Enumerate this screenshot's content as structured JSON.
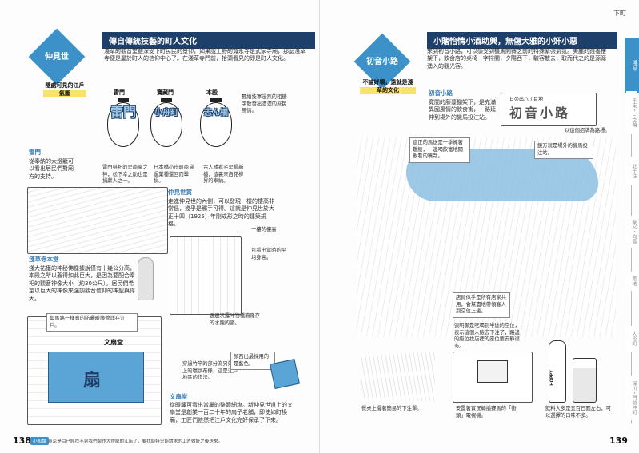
{
  "left": {
    "page_number": "138",
    "title": "傳自傳統技藝的町人文化",
    "badge": "仲見世",
    "badge_sub": "隨處可見的江戶氣圍",
    "intro": "淺草的觀音堂雖深受下町民民的景仰，如果說上野的寬永寺是武家寺廟，那麼淺草寺便是屬於町人的信仰中心了。在淺草寺門前，拾頭看見的即是町人文化。",
    "lanterns": [
      {
        "label": "雷門",
        "glyph": "雷門",
        "caption": "雷門祭祀的是商家之神，松下幸之助也是捐獻人之一。"
      },
      {
        "label": "寶藏門",
        "glyph": "小舟町",
        "caption": "日本橋小舟町商貨運業種還回而擊捐。"
      },
      {
        "label": "本殿",
        "glyph": "志ん橋",
        "caption": "古人矮看宅是捐新橋，這裏來自花柳界的奉納。"
      }
    ],
    "lantern_note": "飄繪技軍漫烈的粗糖字散發出濃濃的庶民風情。",
    "kaminarimon_title": "雷門",
    "kaminarimon_text": "從奉納的大燈籠可以看出居民們對廟方的支持。",
    "nakamise_title": "仲見世賞",
    "nakamise_text": "走進仲見世的內側，可以發現一樓的樓高非常低，幾乎是觸手可得。這就是仲見世於大正十四（1925）年剛成形之時的建築規格。",
    "label_floor": "一樓的樓高",
    "label_height": "可看出當時的平均身高。",
    "shrine_title": "淺草寺本堂",
    "shrine_text": "淺大祐獲的神秘佛像據說僅有十幾公分高，本殿之所以蓋得如此巨大，是因為要配合奉祀的觀音神像大小（約30公尺）。居民們希望以巨大的神像來強調觀音信仰的神聖與偉大。",
    "label_noren": "與馬路一樣寬的防曬暖簾營詳在江戶。",
    "label_bamboo": "穿過竹竿的部分為另外縫上的環狀布條，這是江戶地區的作法。",
    "label_faucet": "週邊次露叶物橋簡隆存的水龍的韻。",
    "label_color": "顏西出最採用的是藍色。",
    "shop_sign": "文扇堂",
    "noren_glyph": "扇",
    "bunsendo_title": "文扇堂",
    "bunsendo_text": "從暖簾可看出當屬的整體細塩。新仲見世道上的文扇堂是創業一百二十年的扇子老舖，即使如町換廟，工匠們依然把江戶文化完好保承了下來。",
    "footer_tag": "小知識",
    "footer": "東京是目已經找不到我們製作大燈籠的江店了，要找絲特只能請求的工匠做好之後送來。"
  },
  "right": {
    "page_number": "139",
    "title": "小賭怡情小酒助興，無傷大雅的小奸小惡",
    "badge": "初音小路",
    "badge_sub": "不論好壞，遠就是淺草的文化",
    "intro": "來到初音小路，可以感受到機馬開賽之前的特殊緊張氣氛。美麗的錢養樓架下，飲食店的桌椅一字排開，夕陽西下，驗客散去，取而代之的是源源湧入的觀光客。",
    "hatsune_title": "初音小路",
    "hatsune_text": "寬間的藤蔓棚架下，是充滿異國風情的飲食街，一路延伸到場外的機馬投注站。",
    "sign_glyph": "初音小路",
    "sign_small": "日の出八丁目地",
    "label_sign": "以這個招牌為路標。",
    "label_vines": "這正的馬送是一季擁著難館，一邊喝飲富地關觀看的嘴哉。",
    "label_betting": "鏡方就是場外的機馬投注站。",
    "label_seats": "店員似乎是所有店家共用，會幫盡地帶領客人到空位上坐。",
    "label_lines": "張明顯是吃喝到半途的空位，表示這個人臉去下注了，路邊的級位找店裡的座位要安靜很多。",
    "label_menu": "餐桌上擺著簡易的下注單。",
    "label_tv": "安置著實況轉播賽馬的「街頭」電視機。",
    "label_drink": "飲料大多是五百日圓左右，可以選擇的口味不多。",
    "bottle_label": "HOPPY",
    "tab_top": "下町",
    "side_active": "淺草",
    "side_items": [
      "千束・三之輪",
      "北千住",
      "柴又・向島",
      "築地",
      "人形町",
      "深川・門前仲町"
    ]
  }
}
